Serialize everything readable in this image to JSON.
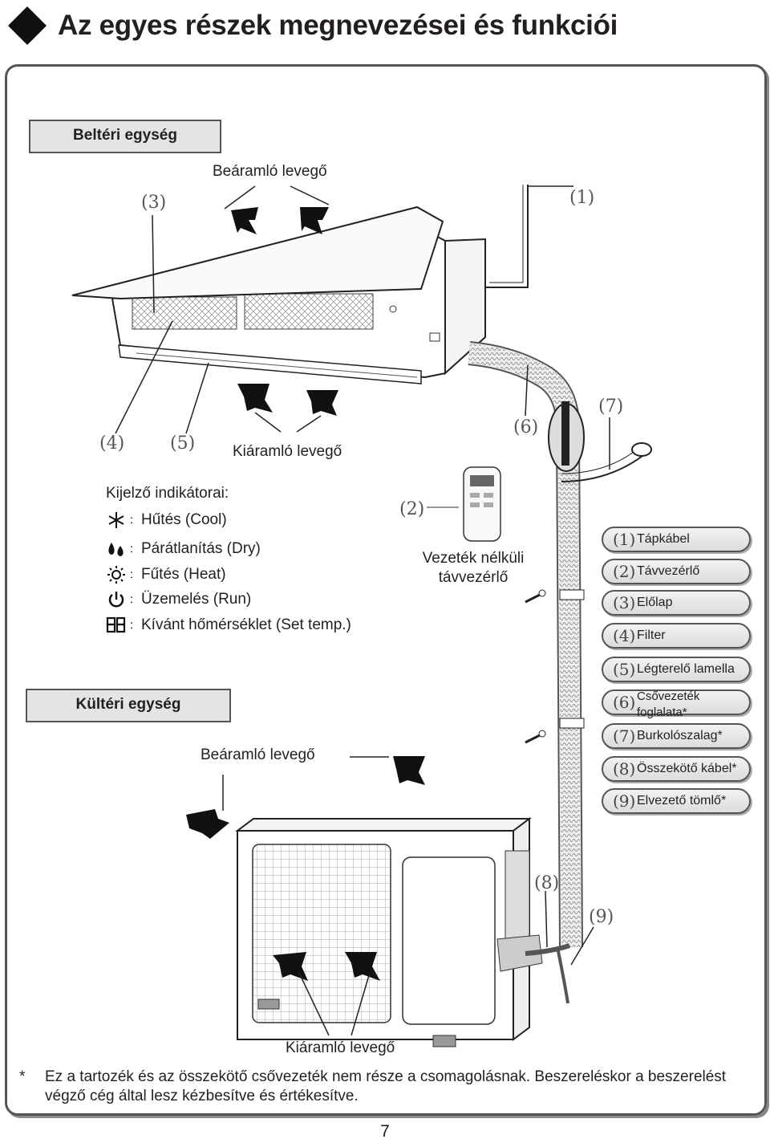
{
  "title": "Az egyes részek megnevezései és funkciói",
  "indoor_unit_label": "Beltéri egység",
  "outdoor_unit_label": "Kültéri egység",
  "indoor_air_in": "Beáramló levegő",
  "indoor_air_out": "Kiáramló levegő",
  "outdoor_air_in": "Beáramló levegő",
  "outdoor_air_out": "Kiáramló levegő",
  "indicators": {
    "heading": "Kijelző indikátorai:",
    "items": [
      {
        "icon": "snowflake-icon",
        "label": "Hűtés (Cool)"
      },
      {
        "icon": "droplets-icon",
        "label": "Párátlanítás (Dry)"
      },
      {
        "icon": "sun-icon",
        "label": "Fűtés (Heat)"
      },
      {
        "icon": "power-icon",
        "label": "Üzemelés (Run)"
      },
      {
        "icon": "88-icon",
        "label": "Kívánt hőmérséklet (Set temp.)"
      }
    ],
    "separator": "："
  },
  "remote": {
    "number": "(2)",
    "label_line1": "Vezeték nélküli",
    "label_line2": "távvezérlő"
  },
  "callouts": [
    "(1)",
    "(2)",
    "(3)",
    "(4)",
    "(5)",
    "(6)",
    "(7)",
    "(8)",
    "(9)"
  ],
  "parts": [
    {
      "num": "(1)",
      "name": "Tápkábel"
    },
    {
      "num": "(2)",
      "name": "Távvezérlő"
    },
    {
      "num": "(3)",
      "name": "Előlap"
    },
    {
      "num": "(4)",
      "name": "Filter"
    },
    {
      "num": "(5)",
      "name": "Légterelő lamella"
    },
    {
      "num": "(6)",
      "name_line1": "Csővezeték",
      "name_line2": "foglalata*"
    },
    {
      "num": "(7)",
      "name": "Burkolószalag*"
    },
    {
      "num": "(8)",
      "name": "Összekötő kábel*"
    },
    {
      "num": "(9)",
      "name": "Elvezető tömlő*"
    }
  ],
  "footnote": {
    "star": "*",
    "text": "Ez a tartozék és az összekötő csővezeték nem része a csomagolásnak. Beszereléskor a beszerelést végző cég által lesz kézbesítve és értékesítve."
  },
  "page_number": "7"
}
